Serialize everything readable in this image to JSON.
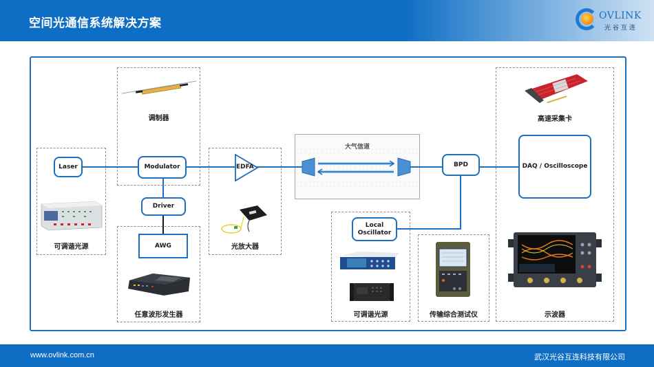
{
  "header": {
    "title": "空间光通信系统解决方案"
  },
  "logo": {
    "brand": "OVLINK",
    "brand_cn": "光谷互连"
  },
  "footer": {
    "url": "www.ovlink.com.cn",
    "company": "武汉光谷互连科技有限公司"
  },
  "colors": {
    "brand_blue": "#0e6ec4",
    "line_blue": "#1a6fc0",
    "dash_gray": "#8d8d8d"
  },
  "diagram": {
    "nodes": {
      "laser": "Laser",
      "modulator": "Modulator",
      "driver": "Driver",
      "awg": "AWG",
      "edfa": "EDFA",
      "bpd": "BPD",
      "daq": "DAQ / Oscilloscope",
      "local_oscillator": "Local\nOscillator"
    },
    "channel": {
      "title": "大气信道"
    },
    "device_labels": {
      "tunable_laser_left": "可调谐光源",
      "modulator": "调制器",
      "awg": "任意波形发生器",
      "amplifier": "光放大器",
      "tunable_laser_right": "可调谐光源",
      "transmission_tester": "传输综合测试仪",
      "daq_card": "高速采集卡",
      "oscilloscope": "示波器"
    }
  }
}
